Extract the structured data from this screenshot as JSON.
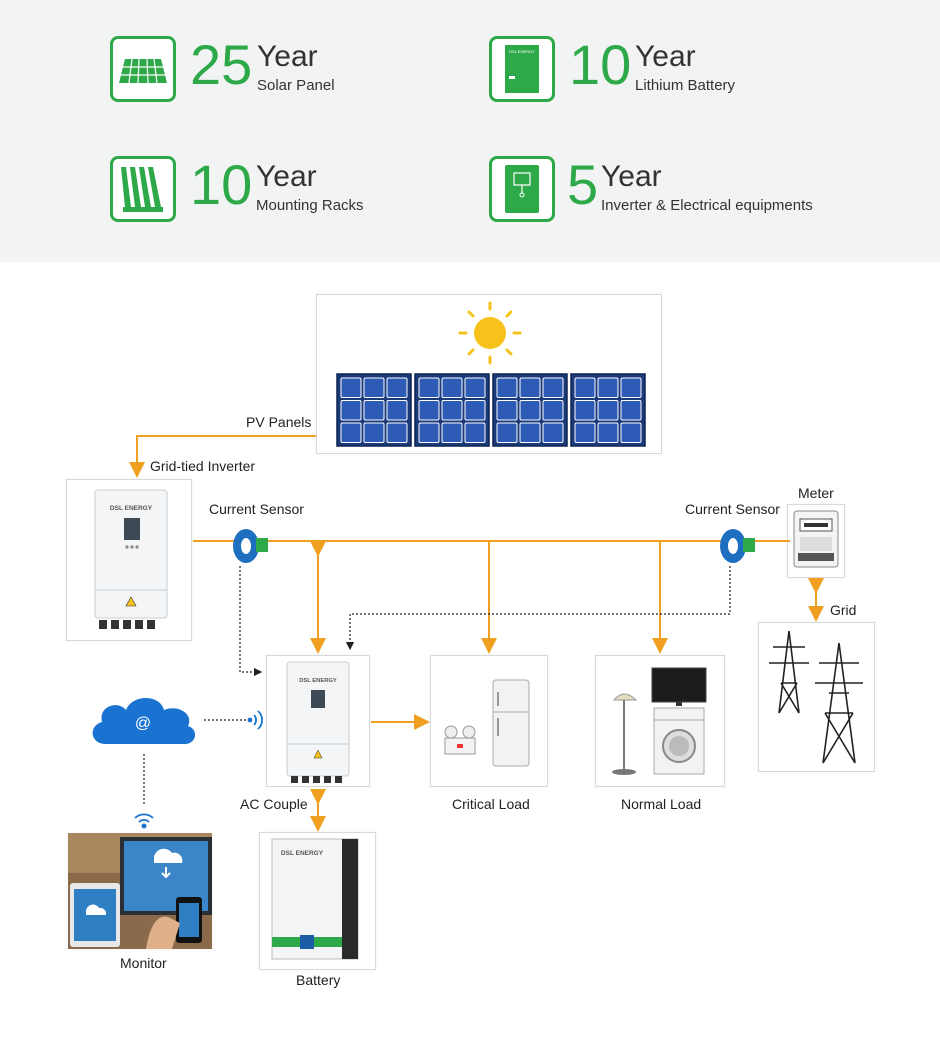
{
  "warranties": [
    {
      "icon": "solar-panel-icon",
      "number": "25",
      "unit": "Year",
      "label": "Solar Panel"
    },
    {
      "icon": "lithium-battery-icon",
      "number": "10",
      "unit": "Year",
      "label": "Lithium Battery"
    },
    {
      "icon": "mounting-racks-icon",
      "number": "10",
      "unit": "Year",
      "label": "Mounting Racks"
    },
    {
      "icon": "inverter-icon",
      "number": "5",
      "unit": "Year",
      "label": "Inverter & Electrical equipments"
    }
  ],
  "diagram": {
    "labels": {
      "pv_panels": "PV Panels",
      "grid_tied_inverter": "Grid-tied Inverter",
      "current_sensor_left": "Current Sensor",
      "current_sensor_right": "Current Sensor",
      "meter": "Meter",
      "grid": "Grid",
      "ac_couple": "AC Couple",
      "critical_load": "Critical Load",
      "normal_load": "Normal Load",
      "monitor": "Monitor",
      "battery": "Battery"
    },
    "brand_text": "DSL ENERGY",
    "cloud_symbol": "@",
    "colors": {
      "accent_green": "#2ea94a",
      "flow_orange": "#f0a020",
      "sensor_blue": "#1e6fc0",
      "cloud_blue": "#1a73d0"
    }
  }
}
